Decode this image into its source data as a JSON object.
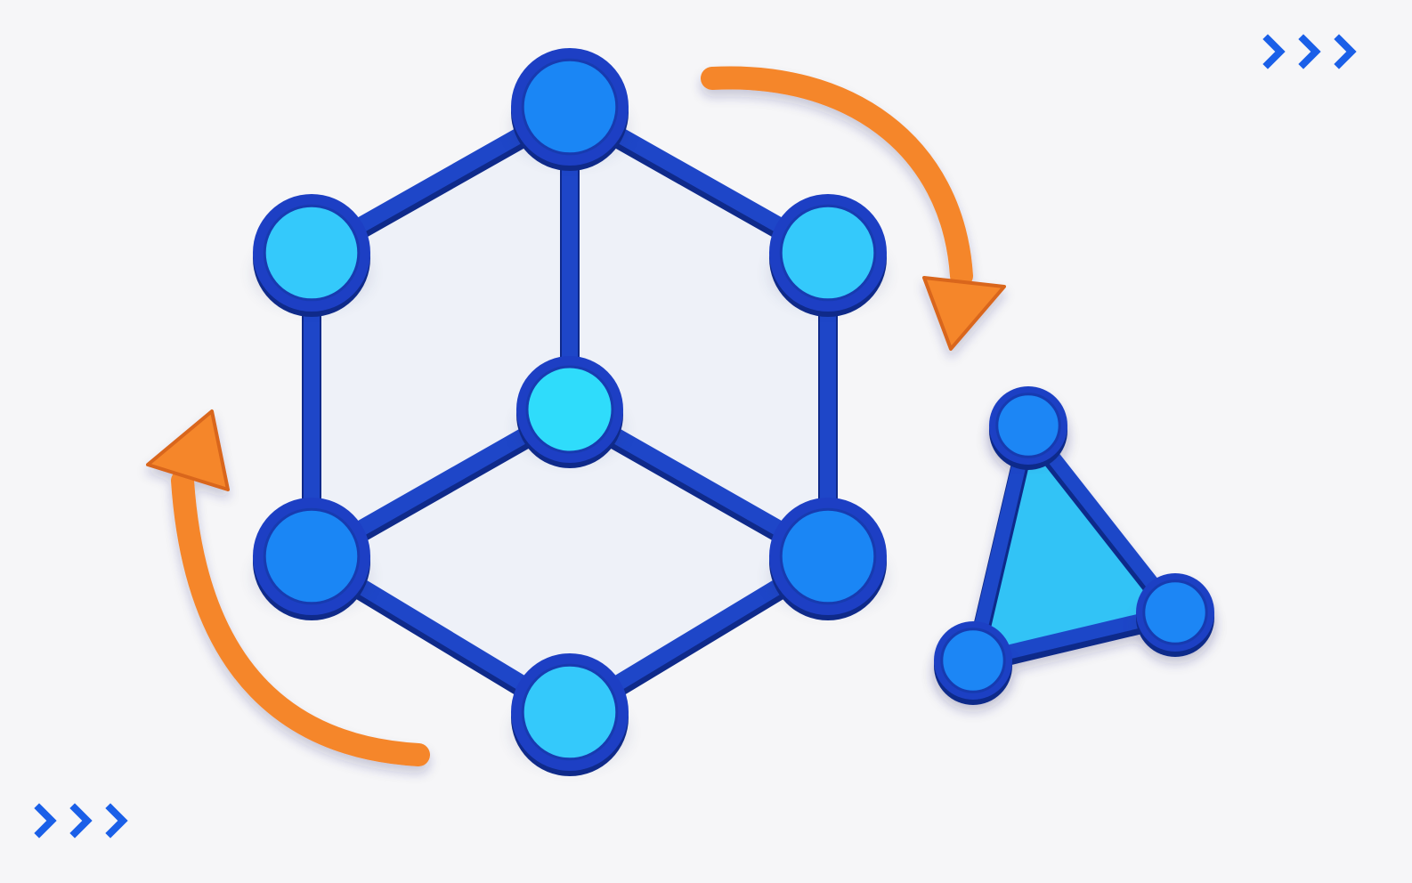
{
  "colors": {
    "background": "#f6f6f8",
    "edge": "#1e46c8",
    "edge_shadow": "#0f2a8a",
    "node_ring": "#1d3fc4",
    "node_blue": "#1a86f5",
    "node_cyan": "#34c9fb",
    "node_center": "#2fdcfb",
    "face_fill": "#eef1f8",
    "triangle_fill": "#33c3f6",
    "arrow": "#f5862c",
    "arrow_edge": "#d9661a",
    "chevron": "#1a5fe8"
  },
  "icons": {
    "top_right": "chevron-triple-right-icon",
    "bottom_left": "chevron-triple-right-icon",
    "arrow_top": "curved-arrow-clockwise-icon",
    "arrow_bottom": "curved-arrow-counterclockwise-icon"
  },
  "hexagon_graph": {
    "nodes": [
      {
        "id": "top",
        "tone": "blue"
      },
      {
        "id": "upper-left",
        "tone": "cyan"
      },
      {
        "id": "upper-right",
        "tone": "cyan"
      },
      {
        "id": "center",
        "tone": "center"
      },
      {
        "id": "lower-left",
        "tone": "blue"
      },
      {
        "id": "lower-right",
        "tone": "blue"
      },
      {
        "id": "bottom",
        "tone": "cyan"
      }
    ],
    "edges": [
      [
        "top",
        "upper-left"
      ],
      [
        "top",
        "upper-right"
      ],
      [
        "top",
        "center"
      ],
      [
        "upper-left",
        "lower-left"
      ],
      [
        "upper-right",
        "lower-right"
      ],
      [
        "center",
        "lower-left"
      ],
      [
        "center",
        "lower-right"
      ],
      [
        "lower-left",
        "bottom"
      ],
      [
        "lower-right",
        "bottom"
      ]
    ]
  },
  "triangle_graph": {
    "nodes": [
      {
        "id": "apex",
        "tone": "blue"
      },
      {
        "id": "right",
        "tone": "blue"
      },
      {
        "id": "left",
        "tone": "blue"
      }
    ],
    "edges": [
      [
        "apex",
        "right"
      ],
      [
        "right",
        "left"
      ],
      [
        "left",
        "apex"
      ]
    ]
  }
}
